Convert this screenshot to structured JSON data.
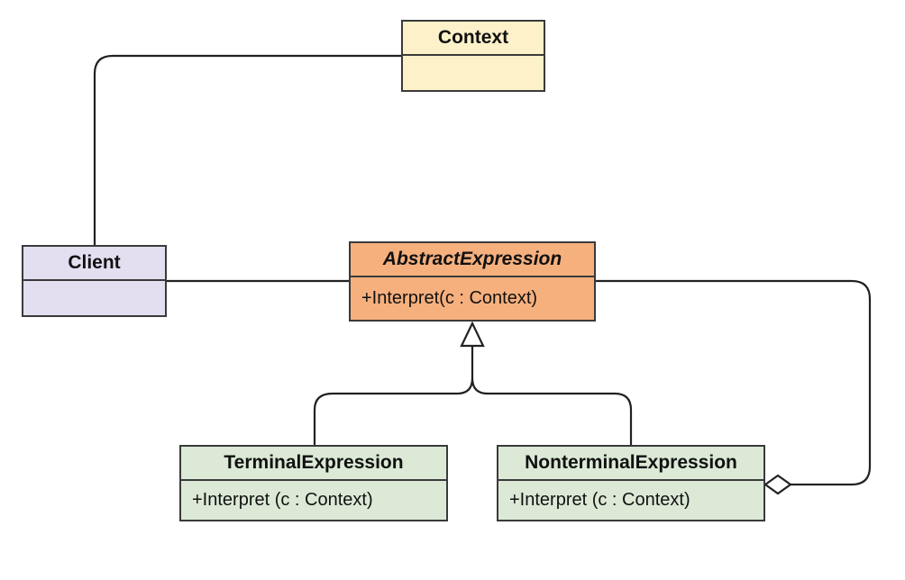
{
  "classes": {
    "context": {
      "name": "Context",
      "members": ""
    },
    "client": {
      "name": "Client",
      "members": ""
    },
    "abstract_expression": {
      "name": "AbstractExpression",
      "members": "+Interpret(c : Context)"
    },
    "terminal_expression": {
      "name": "TerminalExpression",
      "members": "+Interpret (c : Context)"
    },
    "nonterminal_expression": {
      "name": "NonterminalExpression",
      "members": "+Interpret (c : Context)"
    }
  },
  "colors": {
    "context_fill": "#fdf1c9",
    "client_fill": "#e3def0",
    "abstract_fill": "#f6b07e",
    "concrete_fill": "#dbe9d6",
    "stroke": "#3a3a3a"
  }
}
